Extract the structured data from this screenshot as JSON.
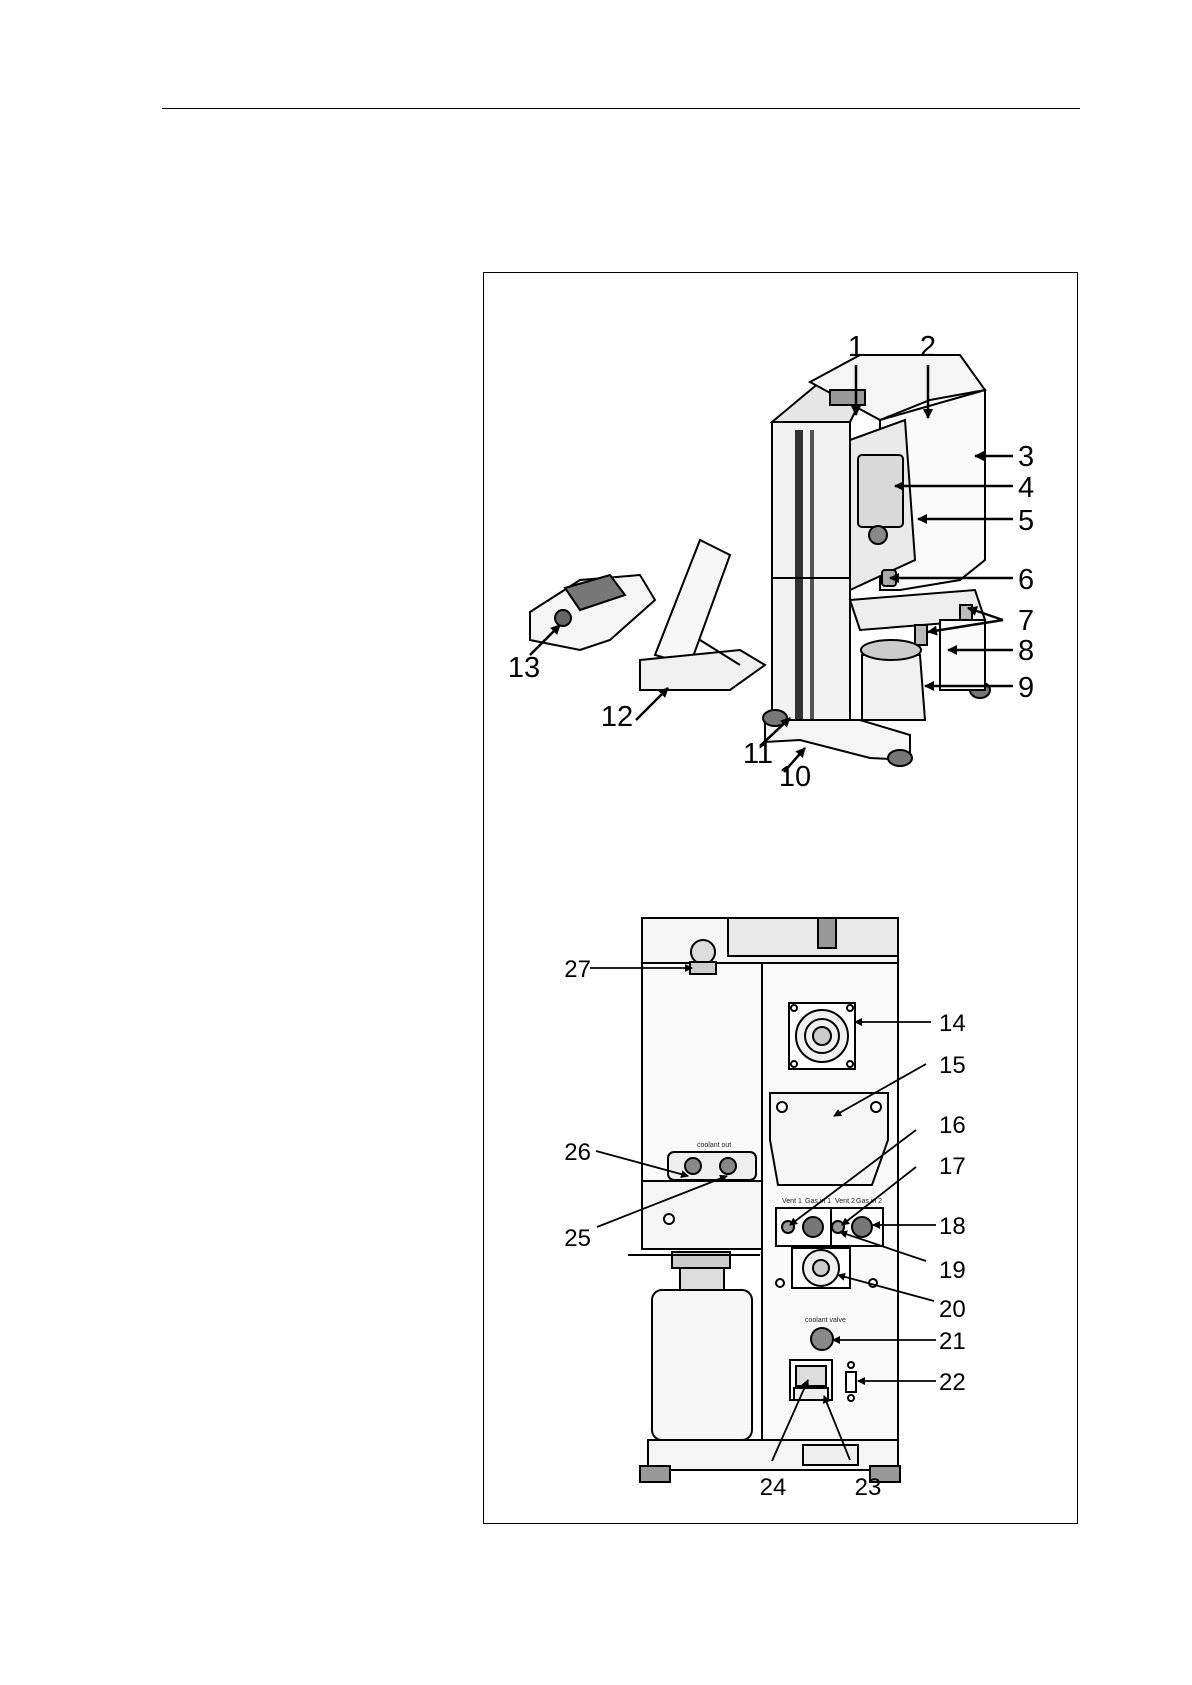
{
  "figure": {
    "front_view": {
      "callouts": [
        "1",
        "2",
        "3",
        "4",
        "5",
        "6",
        "7",
        "8",
        "9",
        "10",
        "11",
        "12",
        "13"
      ]
    },
    "rear_view": {
      "callouts": [
        "14",
        "15",
        "16",
        "17",
        "18",
        "19",
        "20",
        "21",
        "22",
        "23",
        "24",
        "25",
        "26",
        "27"
      ],
      "panel_labels": {
        "vent1": "Vent 1",
        "gas_in_1": "Gas in 1",
        "vent2": "Vent 2",
        "gas_in_2": "Gas in 2",
        "coolant_valve": "coolant valve",
        "coolant_out": "coolant out"
      }
    }
  }
}
